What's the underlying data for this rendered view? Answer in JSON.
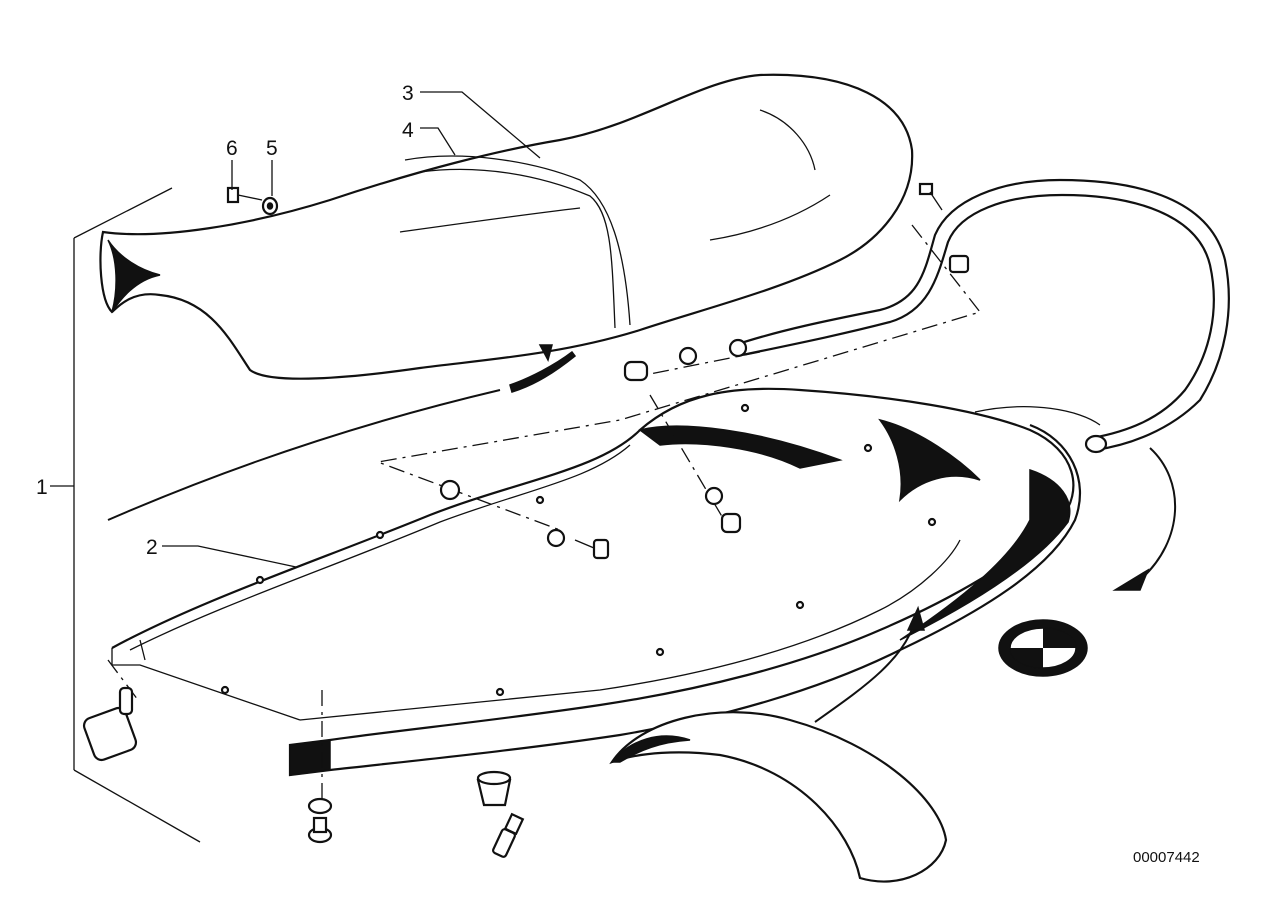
{
  "labels": {
    "l1": "1",
    "l2": "2",
    "l3": "3",
    "l4": "4",
    "l5": "5",
    "l6": "6"
  },
  "reference_number": "00007442",
  "icons": [
    "bmw-roundel-emblem-icon",
    "bolt-icon",
    "washer-icon",
    "rubber-buffer-icon",
    "grommet-icon",
    "arrow-icon"
  ]
}
